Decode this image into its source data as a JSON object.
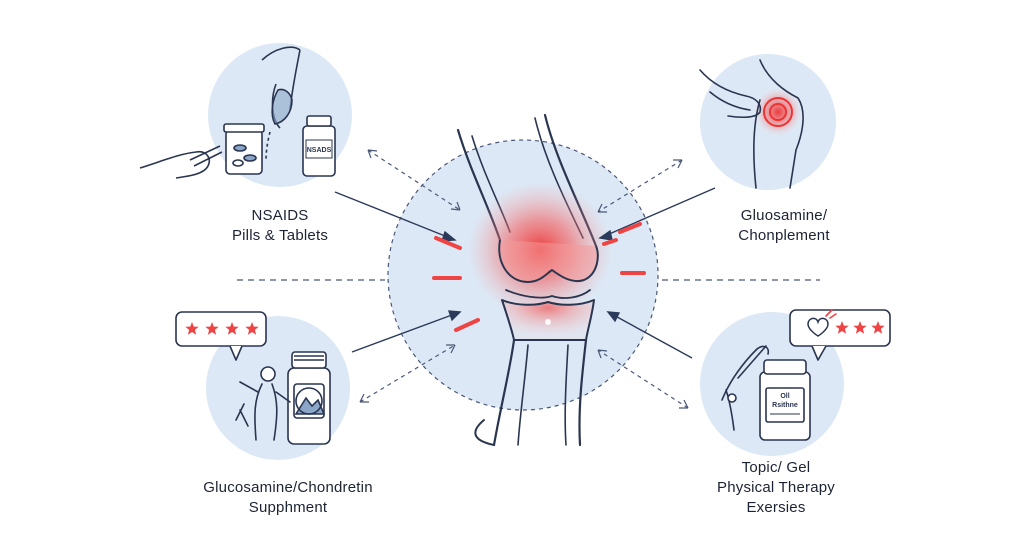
{
  "colors": {
    "ink": "#2a3550",
    "circle_fill": "#dce8f5",
    "inflammation": "#ee4444",
    "arrow": "#2b3a5a",
    "dashed": "#4a5878",
    "background": "#ffffff"
  },
  "captions": {
    "top_left": [
      "NSAIDS",
      "Pills & Tablets"
    ],
    "top_right": [
      "Gluosamine/",
      "Chonplement"
    ],
    "bottom_left": [
      "Glucosamine/Chondretin",
      "Supphment"
    ],
    "bottom_right": [
      "Topic/ Gel",
      "Physical Therapy",
      "Exersies"
    ]
  },
  "bottle_labels": {
    "top_left": "NSADS",
    "bottom_right": [
      "Oll",
      "Rsithne"
    ]
  },
  "icons": {
    "center": "knee-joint-icon",
    "top_left": "pill-bottle-icon",
    "top_right": "knee-pain-icon",
    "bottom_left": "supplement-bottle-icon",
    "bottom_right": "gel-bottle-icon",
    "review_left": "star-rating-icon",
    "review_right": "heart-rating-icon"
  },
  "ratings": {
    "bottom_left_stars": 4,
    "bottom_right_stars": 3
  }
}
